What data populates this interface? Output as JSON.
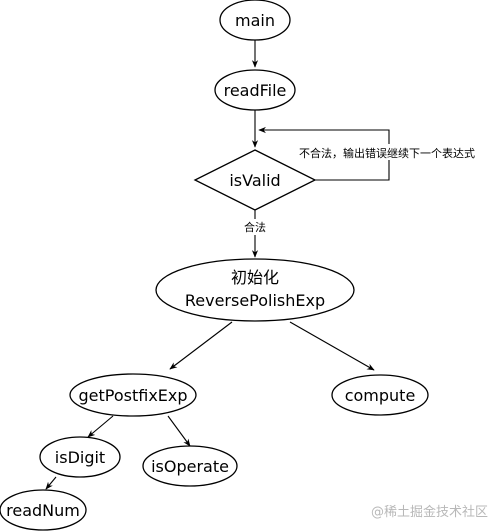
{
  "nodes": {
    "main": "main",
    "readFile": "readFile",
    "isValid": "isValid",
    "init_line1": "初始化",
    "init_line2": "ReversePolishExp",
    "getPostfixExp": "getPostfixExp",
    "compute": "compute",
    "isDigit": "isDigit",
    "isOperate": "isOperate",
    "readNum": "readNum"
  },
  "edge_labels": {
    "invalid_loop": "不合法，输出错误继续下一个表达式",
    "valid": "合法"
  },
  "watermark": "@稀土掘金技术社区"
}
